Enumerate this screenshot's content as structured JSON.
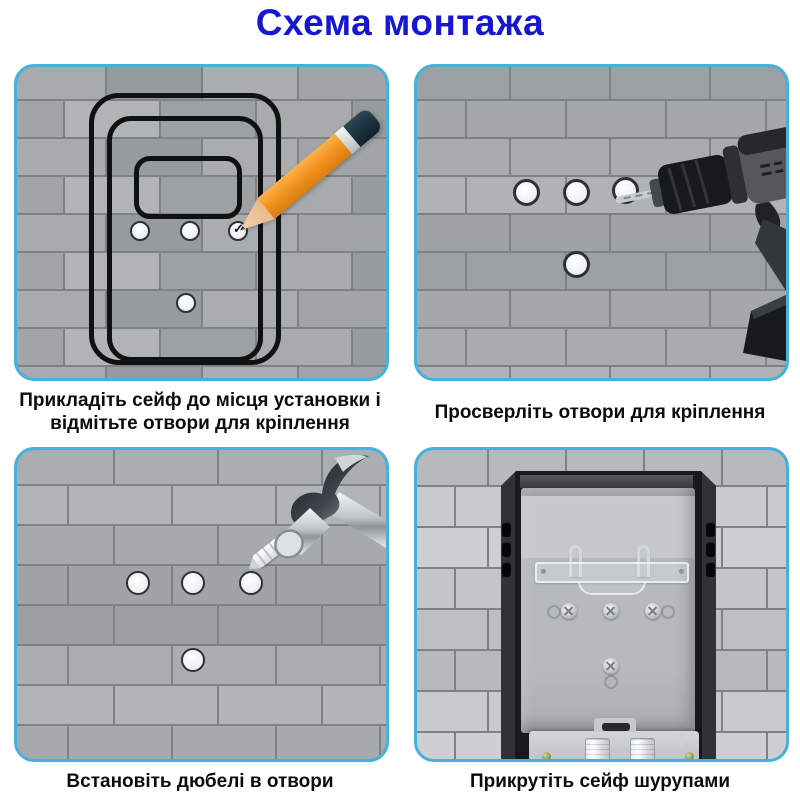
{
  "title": "Схема монтажа",
  "glyphs": {
    "check": "✓"
  },
  "colors": {
    "title_blue": "#1616d3",
    "panel_border_blue": "#45b1dc",
    "pencil_orange": "#f5941f"
  },
  "steps": [
    {
      "id": "mark-holes",
      "caption": "Прикладіть сейф до місця установки і відмітьте отвори для кріплення",
      "tool_icon": "pencil-icon"
    },
    {
      "id": "drill-holes",
      "caption": "Просверліть отвори для кріплення",
      "tool_icon": "drill-icon"
    },
    {
      "id": "insert-dowels",
      "caption": "Встановіть дюбелі в отвори",
      "tool_icon": "hammer-icon"
    },
    {
      "id": "screw-safe",
      "caption": "Прикрутіть сейф шурупами",
      "tool_icon": "key-safe-icon"
    }
  ]
}
